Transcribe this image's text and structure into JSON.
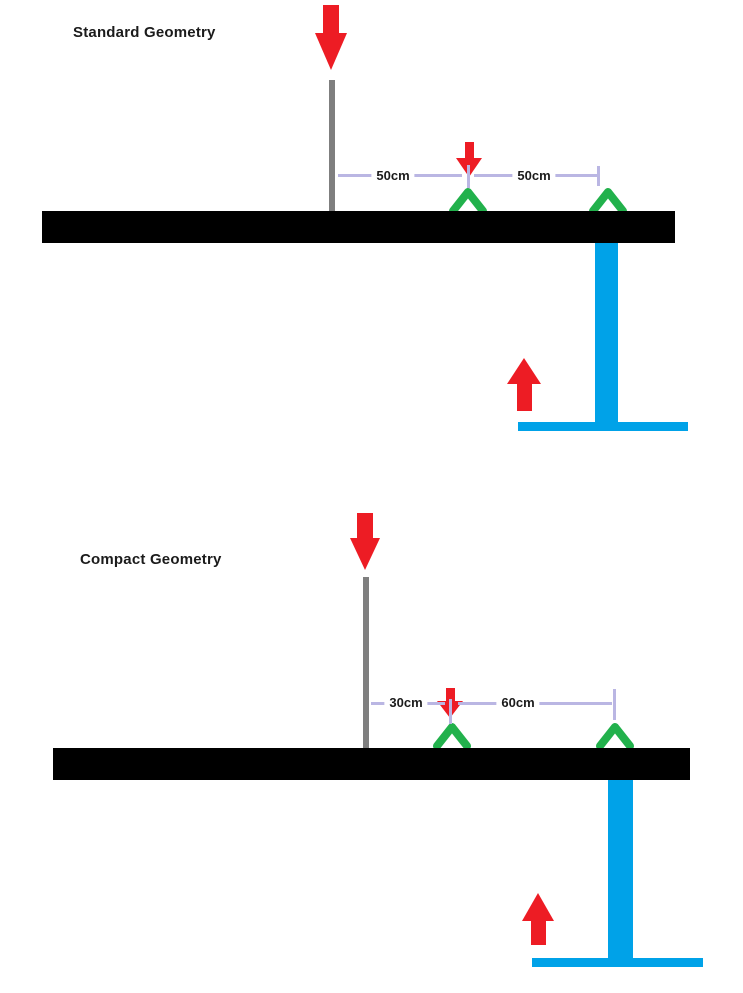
{
  "colors": {
    "arrow_red": "#ED1C24",
    "support_green": "#22B14C",
    "hydraulic_blue": "#00A2E8",
    "pole_gray": "#7F7F7F",
    "beam_black": "#000000",
    "dimension_lavender": "#BAB6E3",
    "text_dark": "#1B1B1B",
    "background": "#FFFFFF"
  },
  "standard": {
    "title": "Standard Geometry",
    "dimensions": {
      "left": "50cm",
      "right": "50cm"
    }
  },
  "compact": {
    "title": "Compact Geometry",
    "dimensions": {
      "left": "30cm",
      "right": "60cm"
    }
  },
  "icons": {
    "applied_force": "red-down-arrow",
    "load_marker": "small-red-down-arrow",
    "reaction_force": "red-up-arrow",
    "support": "green-arc-caret"
  }
}
